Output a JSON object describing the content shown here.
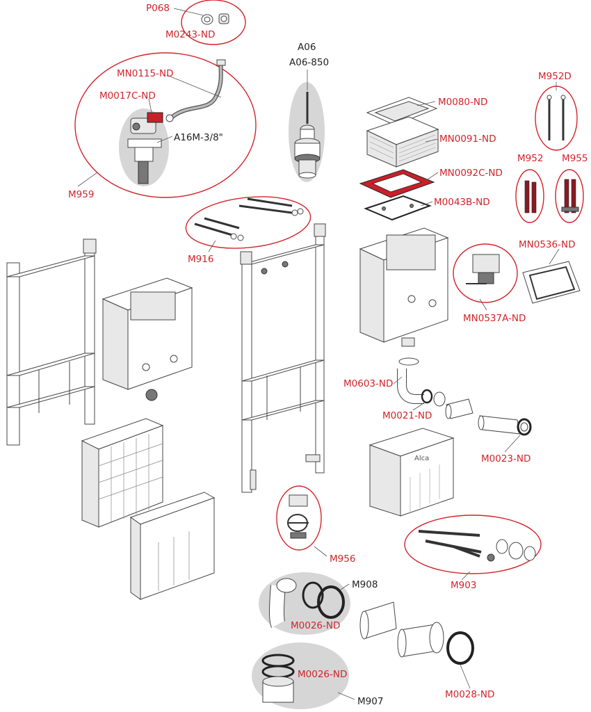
{
  "labels": {
    "p068": "P068",
    "m0243": "M0243-ND",
    "mn0115": "MN0115-ND",
    "m0017c": "M0017C-ND",
    "a16m": "A16M-3/8\"",
    "m959": "M959",
    "a06": "A06",
    "a06_850": "A06-850",
    "m0080": "M0080-ND",
    "mn0091": "MN0091-ND",
    "mn0092c": "MN0092C-ND",
    "m0043b": "M0043B-ND",
    "m952d": "M952D",
    "m952": "M952",
    "m955": "M955",
    "mn0536": "MN0536-ND",
    "mn0537a": "MN0537A-ND",
    "m916": "M916",
    "m0603": "M0603-ND",
    "m0021": "M0021-ND",
    "m0023": "M0023-ND",
    "m956": "M956",
    "m903": "M903",
    "m908": "M908",
    "m0026_a": "M0026-ND",
    "m0026_b": "M0026-ND",
    "m907": "M907",
    "m0028": "M0028-ND",
    "alca": "Alca"
  },
  "colors": {
    "callout_red": "#d2232a",
    "label_black": "#222222",
    "highlight_gray": "#d6d6d6"
  }
}
